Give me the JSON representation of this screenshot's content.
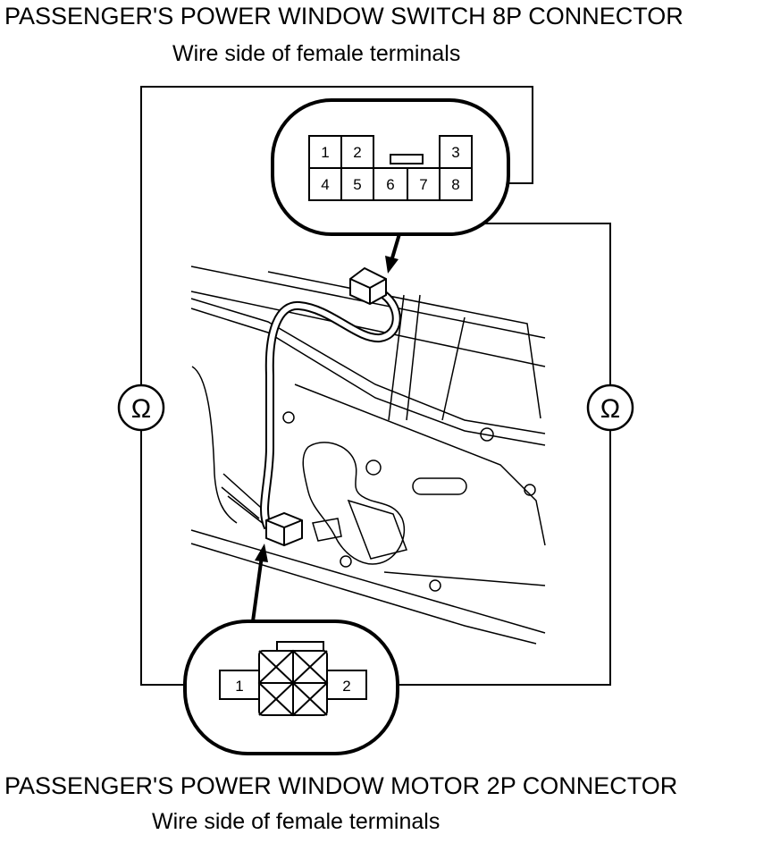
{
  "top_connector": {
    "title": "PASSENGER'S POWER WINDOW SWITCH 8P CONNECTOR",
    "subtitle": "Wire side of female terminals",
    "pins": [
      "1",
      "2",
      "3",
      "4",
      "5",
      "6",
      "7",
      "8"
    ]
  },
  "bottom_connector": {
    "title": "PASSENGER'S POWER WINDOW MOTOR 2P CONNECTOR",
    "subtitle": "Wire side of female terminals",
    "pins": [
      "1",
      "2"
    ]
  },
  "meters": [
    {
      "symbol": "Ω"
    },
    {
      "symbol": "Ω"
    }
  ],
  "colors": {
    "ink": "#000000",
    "paper": "#ffffff"
  }
}
